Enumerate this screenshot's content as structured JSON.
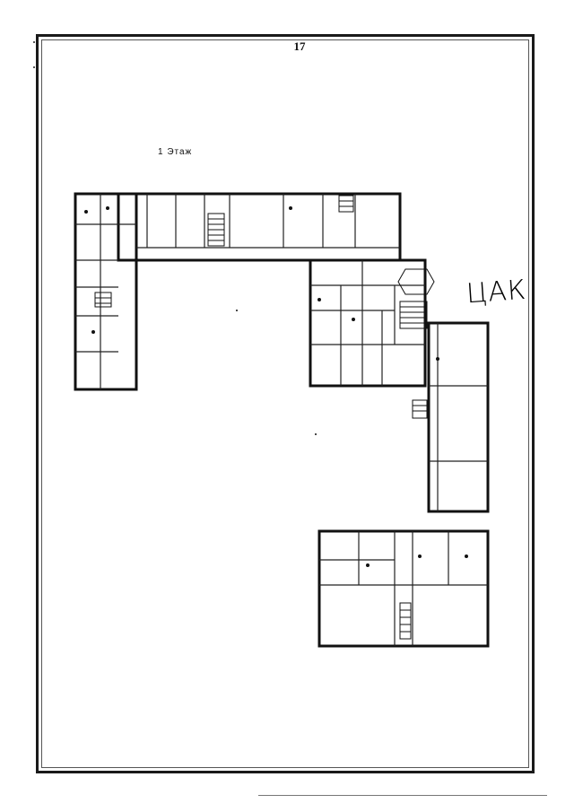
{
  "page": {
    "number": "17",
    "floor_label": "1 Этаж",
    "handwritten_note": "ЦАК"
  },
  "colors": {
    "ink": "#111111",
    "frame": "#1a1a1a",
    "paper": "#ffffff"
  }
}
